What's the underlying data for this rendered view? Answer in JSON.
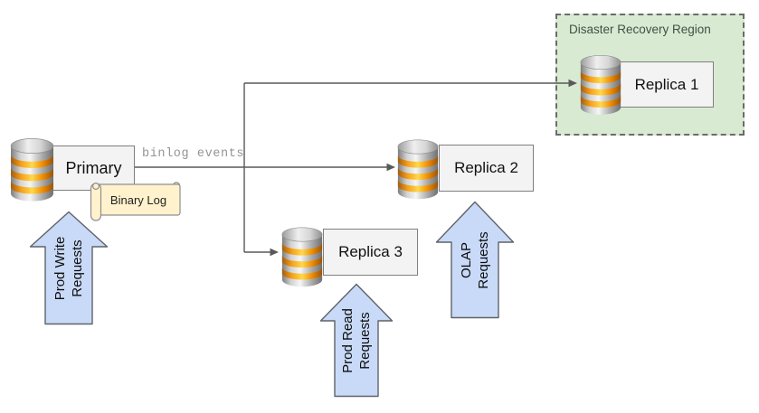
{
  "diagram": {
    "dr_region": {
      "title": "Disaster Recovery Region"
    },
    "nodes": {
      "primary": {
        "label": "Primary"
      },
      "replica1": {
        "label": "Replica 1"
      },
      "replica2": {
        "label": "Replica 2"
      },
      "replica3": {
        "label": "Replica 3"
      }
    },
    "binary_log": {
      "label": "Binary Log"
    },
    "edge_label": "binlog events",
    "request_arrows": [
      {
        "id": "prod-write-requests",
        "line1": "Prod Write",
        "line2": "Requests"
      },
      {
        "id": "prod-read-requests",
        "line1": "Prod Read",
        "line2": "Requests"
      },
      {
        "id": "olap-requests",
        "line1": "OLAP",
        "line2": "Requests"
      }
    ],
    "colors": {
      "region_fill": "#d9ead3",
      "region_border": "#6b6b6b",
      "region_text": "#3e5244",
      "node_fill": "#f3f3f3",
      "node_border": "#7f7f7f",
      "arrow_fill": "#c9daf8",
      "arrow_border": "#5f6368",
      "scroll_fill": "#fff2cc",
      "scroll_border": "#8f8f8f",
      "connector": "#595959",
      "edge_label_text": "#949494",
      "db_band_orange": "#e69138"
    }
  }
}
